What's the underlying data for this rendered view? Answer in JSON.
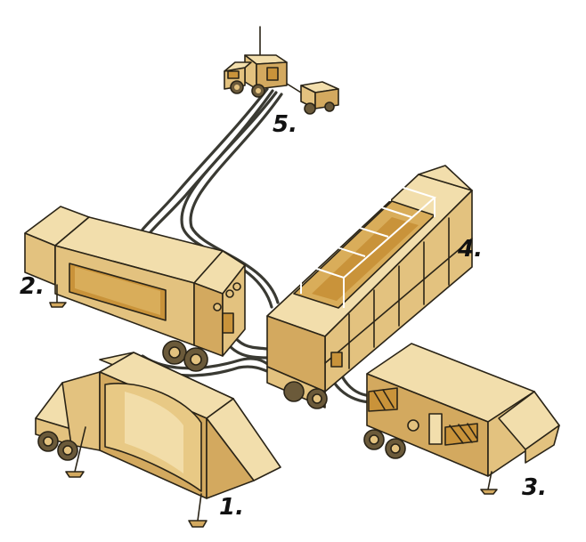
{
  "diagram": {
    "labels": [
      "1.",
      "2.",
      "3.",
      "4.",
      "5."
    ],
    "components": [
      {
        "id": "1",
        "label": "1.",
        "icon": "radar-trailer-icon"
      },
      {
        "id": "2",
        "label": "2.",
        "icon": "control-trailer-icon"
      },
      {
        "id": "3",
        "label": "3.",
        "icon": "generator-trailer-icon"
      },
      {
        "id": "4",
        "label": "4.",
        "icon": "launcher-truck-icon"
      },
      {
        "id": "5",
        "label": "5.",
        "icon": "command-vehicle-icon"
      }
    ],
    "connections": [
      [
        "5",
        "2"
      ],
      [
        "5",
        "4"
      ],
      [
        "2",
        "4"
      ],
      [
        "1",
        "4"
      ],
      [
        "3",
        "4"
      ]
    ],
    "colors": {
      "top": "#f2deac",
      "side": "#e3c27f",
      "front": "#d3a95f",
      "dark": "#b88d40",
      "outline": "#2a2417",
      "cable": "#3a3a33",
      "panel": "#c9933a"
    }
  }
}
